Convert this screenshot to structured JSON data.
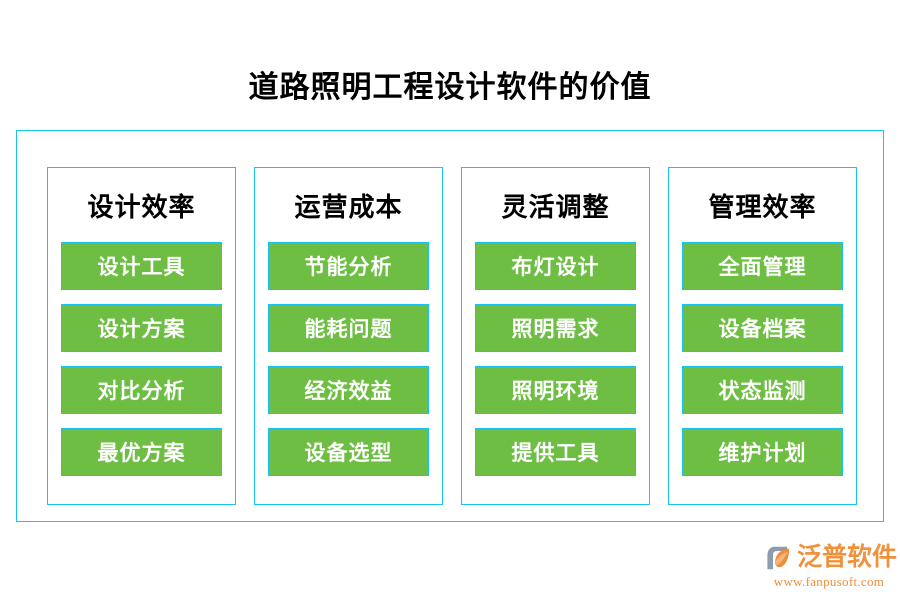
{
  "page": {
    "title": "道路照明工程设计软件的价值",
    "background_color": "#ffffff"
  },
  "theme": {
    "border_color": "#17c3f2",
    "item_fill_color": "#6ebe44",
    "item_text_color": "#ffffff",
    "title_color": "#000000",
    "logo_orange": "#ef8e3a",
    "logo_mark_blue": "#8e9dae"
  },
  "diagram": {
    "columns": [
      {
        "title": "设计效率",
        "items": [
          "设计工具",
          "设计方案",
          "对比分析",
          "最优方案"
        ]
      },
      {
        "title": "运营成本",
        "items": [
          "节能分析",
          "能耗问题",
          "经济效益",
          "设备选型"
        ]
      },
      {
        "title": "灵活调整",
        "items": [
          "布灯设计",
          "照明需求",
          "照明环境",
          "提供工具"
        ]
      },
      {
        "title": "管理效率",
        "items": [
          "全面管理",
          "设备档案",
          "状态监测",
          "维护计划"
        ]
      }
    ]
  },
  "logo": {
    "mark_name": "fanpu-logo-mark",
    "brand": "泛普软件",
    "url": "www.fanpusoft.com"
  }
}
